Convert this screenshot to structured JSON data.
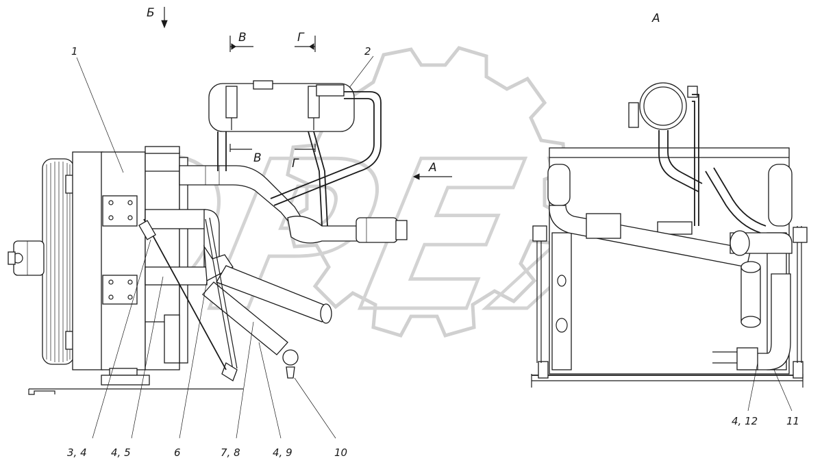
{
  "watermark": {
    "text": "OPEX"
  },
  "view_labels": {
    "b_arrow": "Б",
    "a_view": "А",
    "a_arrow": "А",
    "v_top": "В",
    "g_top": "Г",
    "v_bottom": "В",
    "g_bottom": "Г"
  },
  "callouts": [
    {
      "id": "1",
      "text": "1"
    },
    {
      "id": "2",
      "text": "2"
    },
    {
      "id": "3-4",
      "text": "3, 4"
    },
    {
      "id": "4-5",
      "text": "4, 5"
    },
    {
      "id": "6",
      "text": "6"
    },
    {
      "id": "7-8",
      "text": "7, 8"
    },
    {
      "id": "4-9",
      "text": "4, 9"
    },
    {
      "id": "10",
      "text": "10"
    },
    {
      "id": "4-12",
      "text": "4, 12"
    },
    {
      "id": "11",
      "text": "11"
    }
  ]
}
